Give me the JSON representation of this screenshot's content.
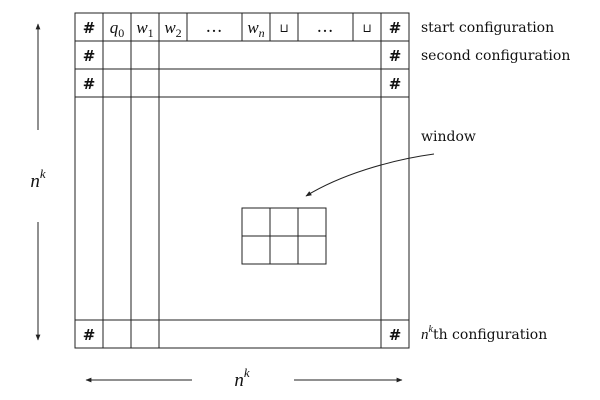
{
  "tableau": {
    "boundary_symbol": "#",
    "first_row": {
      "state": {
        "base": "q",
        "sub": "0"
      },
      "input_1": {
        "base": "w",
        "sub": "1"
      },
      "input_2": {
        "base": "w",
        "sub": "2"
      },
      "ellipsis_1": "…",
      "input_n": {
        "base": "w",
        "sub": "n"
      },
      "blank_1": "⊔",
      "ellipsis_2": "…",
      "blank_2": "⊔"
    },
    "row_labels": {
      "start": "start configuration",
      "second": "second configuration",
      "last_suffix": "th configuration"
    },
    "window_label": "window",
    "dimension": {
      "base": "n",
      "sup": "k"
    }
  }
}
